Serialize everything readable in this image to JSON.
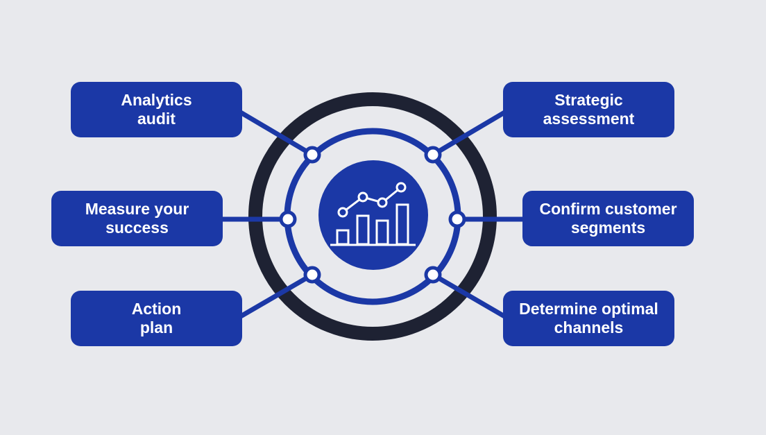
{
  "diagram": {
    "center_icon": "growth-chart-icon",
    "steps": [
      {
        "id": "analytics-audit",
        "label": "Analytics\naudit"
      },
      {
        "id": "measure-your-success",
        "label": "Measure your\nsuccess"
      },
      {
        "id": "action-plan",
        "label": "Action\nplan"
      },
      {
        "id": "strategic-assessment",
        "label": "Strategic\nassessment"
      },
      {
        "id": "confirm-customer-segments",
        "label": "Confirm customer\nsegments"
      },
      {
        "id": "determine-optimal-channels",
        "label": "Determine optimal\nchannels"
      }
    ]
  },
  "colors": {
    "background": "#e8e9ed",
    "primary_blue": "#1b38a6",
    "dark_ring": "#1e2233",
    "white": "#ffffff"
  }
}
